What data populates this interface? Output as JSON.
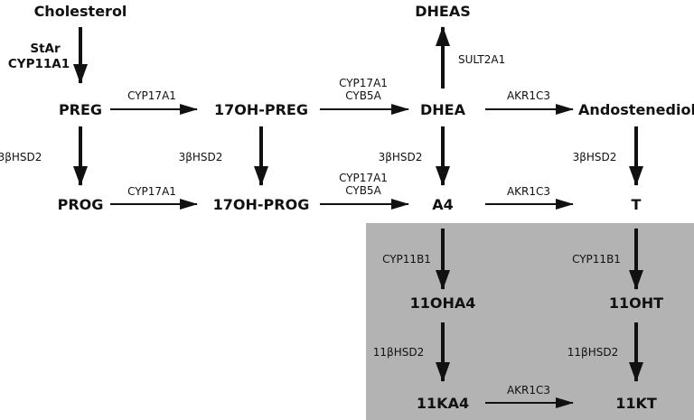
{
  "colors": {
    "background": "#ffffff",
    "shaded_region": "#b3b3b3",
    "ink": "#111111"
  },
  "nodes": {
    "cholesterol": "Cholesterol",
    "dheas": "DHEAS",
    "preg": "PREG",
    "oh17_preg": "17OH-PREG",
    "dhea": "DHEA",
    "andostenediol": "Andostenediol",
    "prog": "PROG",
    "oh17_prog": "17OH-PROG",
    "a4": "A4",
    "t": "T",
    "oha4_11": "11OHA4",
    "oht_11": "11OHT",
    "ka4_11": "11KA4",
    "kt_11": "11KT"
  },
  "enzymes": {
    "star": "StAr",
    "cyp11a1": "CYP11A1",
    "sult2a1": "SULT2A1",
    "cyp17a1": "CYP17A1",
    "cyb5a": "CYB5A",
    "akr1c3": "AKR1C3",
    "hsd3b2": "3βHSD2",
    "cyp11b1": "CYP11B1",
    "hsd11b2": "11βHSD2"
  }
}
